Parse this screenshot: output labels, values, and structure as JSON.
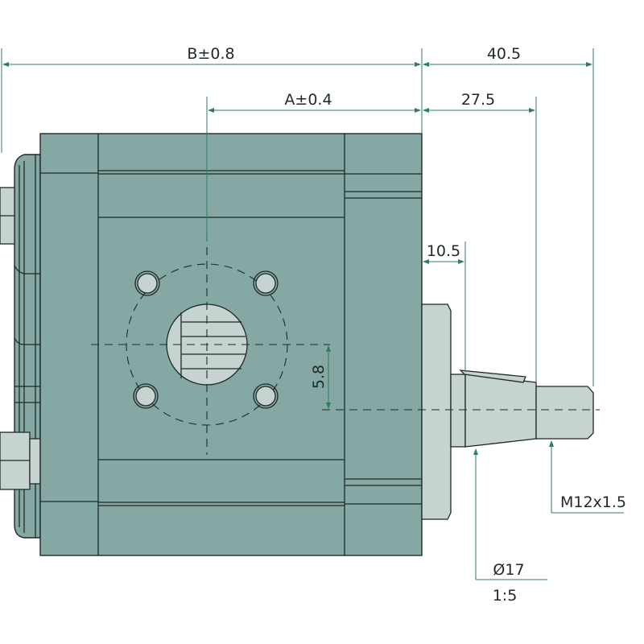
{
  "drawing": {
    "dimensions": {
      "b_total": "B±0.8",
      "a_center": "A±0.4",
      "shaft_overall": "40.5",
      "taper_length": "27.5",
      "flange_to_taper": "10.5",
      "shaft_offset": "5.8",
      "taper_diameter": "Ø17",
      "taper_ratio": "1:5",
      "thread": "M12x1.5"
    },
    "colors": {
      "body": "#86a8a4",
      "light_parts": "#c6d3d0",
      "dimension_lines": "#2e7d5e"
    }
  }
}
